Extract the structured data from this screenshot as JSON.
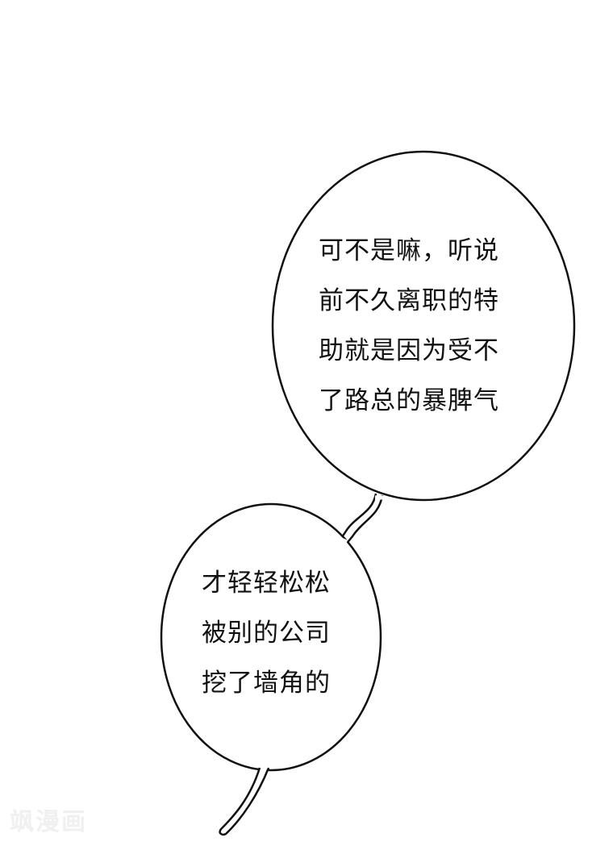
{
  "panel": {
    "background": "#ffffff",
    "bubbles": [
      {
        "id": "upper",
        "lines": [
          "可不是嘛，听说",
          "前不久离职的特",
          "助就是因为受不",
          "了路总的暴脾气"
        ]
      },
      {
        "id": "lower",
        "lines": [
          "才轻轻松松",
          "被别的公司",
          "挖了墙角的"
        ]
      }
    ],
    "watermark": "飒漫画"
  }
}
